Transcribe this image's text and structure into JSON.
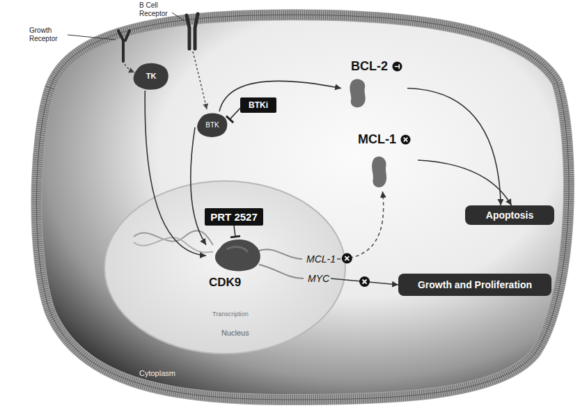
{
  "diagram": {
    "nodes": [
      {
        "text": [
          "Cytoplasm"
        ]
      },
      {
        "text": [
          "TK"
        ],
        "in": 0
      },
      {
        "text": [
          "BTK"
        ],
        "in": 0
      },
      {
        "text": [
          "BTKi"
        ],
        "in": 0
      },
      {
        "text": [
          "BCL-2"
        ],
        "in": 0
      },
      {
        "text": [
          "MCL-1"
        ],
        "in": 0
      },
      {
        "text": [
          "Apoptosis"
        ],
        "in": 0
      },
      {
        "text": [
          "Transcription",
          "Nucleus"
        ],
        "in": 0
      },
      {
        "text": [
          "PRT 2527"
        ],
        "in": 7
      },
      {
        "text": [
          "CDK9"
        ],
        "in": 7
      },
      {
        "text": [
          "MCL-1"
        ],
        "in": 7
      },
      {
        "text": [
          "MYC"
        ],
        "in": 7
      },
      {
        "text": [
          "Growth and Proliferation"
        ],
        "in": 0
      }
    ],
    "edges": [
      {
        "from": 1,
        "to": 9,
        "arrow": "to"
      },
      {
        "from": 2,
        "to": 9,
        "arrow": "to"
      },
      {
        "from": 3,
        "to": 2,
        "arrow": "to"
      },
      {
        "from": 2,
        "to": 4,
        "arrow": "to"
      },
      {
        "from": 4,
        "to": 6,
        "arrow": "to"
      },
      {
        "from": 5,
        "to": 6,
        "arrow": "to"
      },
      {
        "from": 8,
        "to": 9,
        "arrow": "to"
      },
      {
        "from": 10,
        "to": 5,
        "arrow": "to"
      },
      {
        "from": 11,
        "to": 12,
        "arrow": "to"
      }
    ],
    "labels": [
      "Growth Receptor",
      "B Cell Receptor"
    ]
  }
}
